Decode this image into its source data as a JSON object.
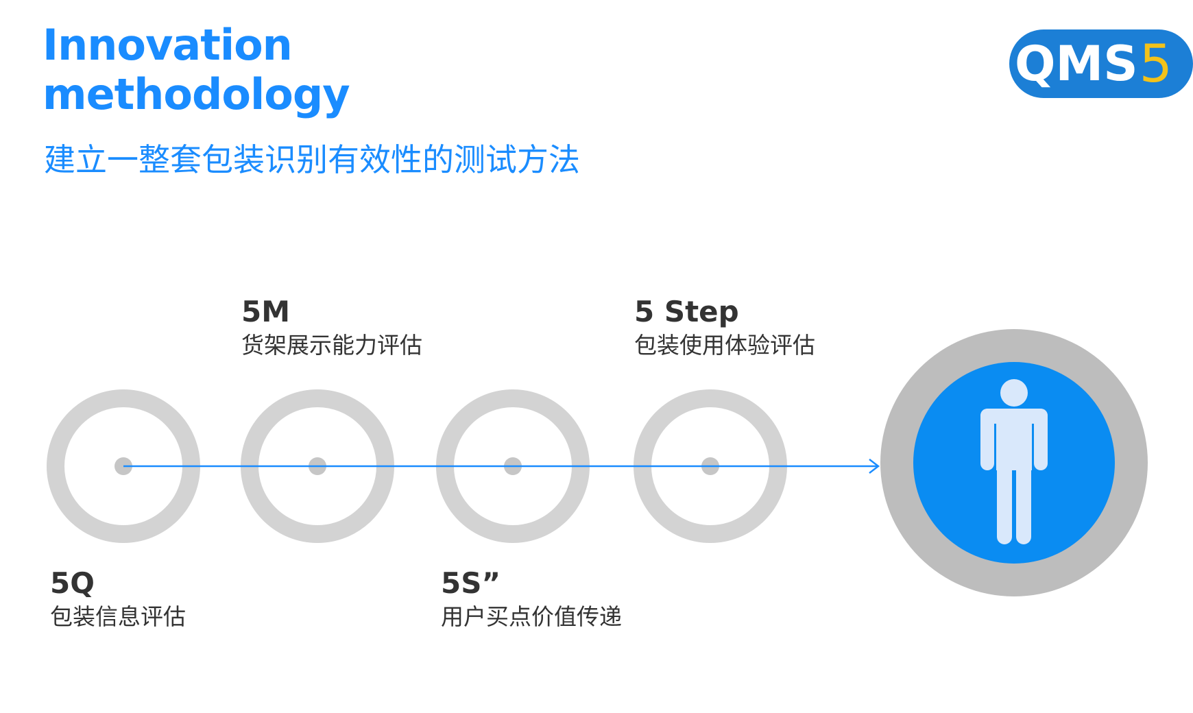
{
  "header": {
    "title_line1": "Innovation",
    "title_line2": "methodology",
    "subtitle": "建立一整套包装识别有效性的测试方法"
  },
  "logo": {
    "text": "QMS",
    "digit": "5",
    "colors": {
      "badge": "#1c7fd6",
      "text": "#ffffff",
      "digit": "#f3c21a"
    }
  },
  "stages": [
    {
      "name": "5Q",
      "description": "包装信息评估",
      "label_position": "below"
    },
    {
      "name": "5M",
      "description": "货架展示能力评估",
      "label_position": "above"
    },
    {
      "name": "5S”",
      "description": "用户买点价值传递",
      "label_position": "below"
    },
    {
      "name": "5 Step",
      "description": "包装使用体验评估",
      "label_position": "above"
    }
  ],
  "target": {
    "icon": "person-icon"
  },
  "colors": {
    "accent": "#1a8cff",
    "ring": "#d3d3d3",
    "target_ring": "#bdbdbd",
    "target_fill": "#0a8cf2",
    "person": "#d9e8fb",
    "text": "#333333"
  }
}
